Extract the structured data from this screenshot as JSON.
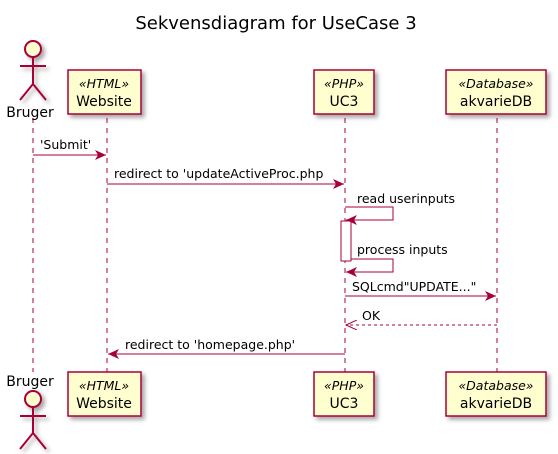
{
  "title": "Sekvensdiagram for UseCase 3",
  "colors": {
    "box_fill": "#FEFECE",
    "box_stroke": "#A80036",
    "arrow": "#A80036",
    "lifeline": "#A80036",
    "text": "#000000"
  },
  "participants": [
    {
      "id": "bruger",
      "kind": "actor",
      "name": "Bruger",
      "stereotype": ""
    },
    {
      "id": "website",
      "kind": "participant",
      "name": "Website",
      "stereotype": "«HTML»"
    },
    {
      "id": "uc3",
      "kind": "participant",
      "name": "UC3",
      "stereotype": "«PHP»"
    },
    {
      "id": "akvariedb",
      "kind": "participant",
      "name": "akvarieDB",
      "stereotype": "«Database»"
    }
  ],
  "messages": [
    {
      "from": "bruger",
      "to": "website",
      "label": "'Submit'",
      "style": "solid"
    },
    {
      "from": "website",
      "to": "uc3",
      "label": "redirect to 'updateActiveProc.php",
      "style": "solid"
    },
    {
      "from": "uc3",
      "to": "uc3",
      "label": "read userinputs",
      "style": "self"
    },
    {
      "from": "uc3",
      "to": "uc3",
      "label": "process inputs",
      "style": "self"
    },
    {
      "from": "uc3",
      "to": "akvariedb",
      "label": "SQLcmd\"UPDATE...\"",
      "style": "solid"
    },
    {
      "from": "akvariedb",
      "to": "uc3",
      "label": "OK",
      "style": "dashed"
    },
    {
      "from": "uc3",
      "to": "website",
      "label": "redirect to 'homepage.php'",
      "style": "solid"
    }
  ]
}
